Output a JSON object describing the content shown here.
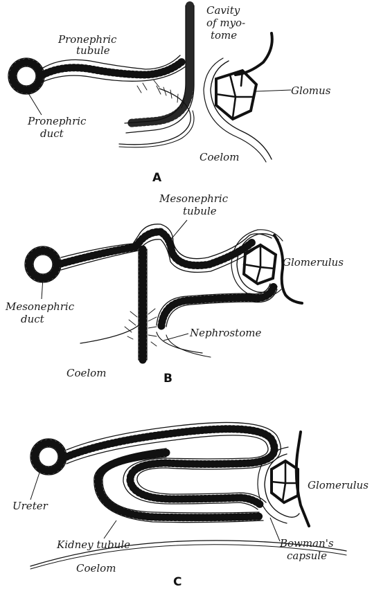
{
  "panels": {
    "a": {
      "caption": "A",
      "pronephric_tubule": [
        "Pronephric",
        "tubule"
      ],
      "pronephric_duct": [
        "Pronephric",
        "duct"
      ],
      "cavity_of_myotome": [
        "Cavity",
        "of myo-",
        "tome"
      ],
      "glomus": "Glomus",
      "coelom": "Coelom"
    },
    "b": {
      "caption": "B",
      "mesonephric_tubule": [
        "Mesonephric",
        "tubule"
      ],
      "mesonephric_duct": [
        "Mesonephric",
        "duct"
      ],
      "glomerulus": "Glomerulus",
      "nephrostome": "Nephrostome",
      "coelom": "Coelom"
    },
    "c": {
      "caption": "C",
      "ureter": "Ureter",
      "kidney_tubule": "Kidney tubule",
      "glomerulus": "Glomerulus",
      "bowmans_capsule": [
        "Bowman's",
        "capsule"
      ],
      "coelom": "Coelom"
    }
  },
  "colors": {
    "ink": "#111111",
    "paper": "#ffffff"
  }
}
